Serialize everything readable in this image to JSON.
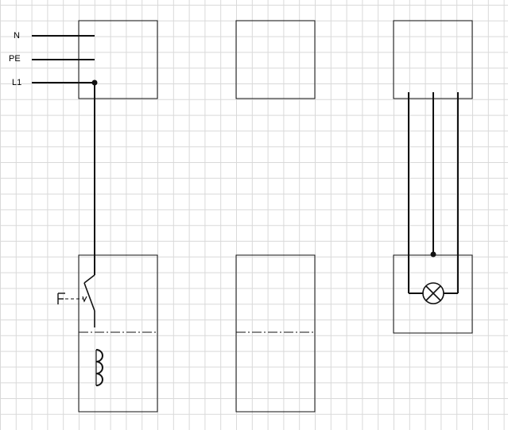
{
  "labels": {
    "n": "N",
    "pe": "PE",
    "l1": "L1",
    "switch_actuator": "F"
  },
  "colors": {
    "grid": "#d9d9d9",
    "ink": "#111111",
    "paper": "#ffffff"
  },
  "components": {
    "supply_lines": [
      "N",
      "PE",
      "L1"
    ],
    "switch": "manual-switch",
    "coil": "inductor-coil",
    "lamp": "lamp-icon"
  }
}
